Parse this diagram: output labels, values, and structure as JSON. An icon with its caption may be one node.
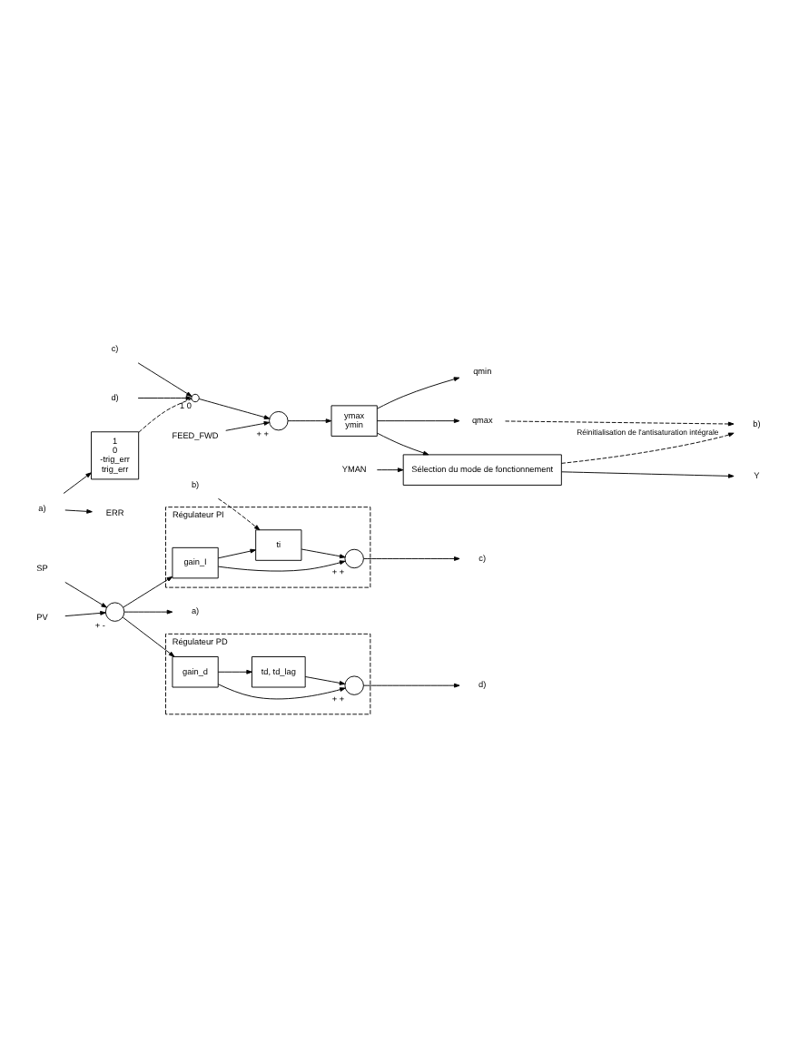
{
  "diagram": {
    "nodes": [
      {
        "text": [
          "SP"
        ]
      },
      {
        "text": [
          "PV"
        ]
      },
      {
        "text": [],
        "shape": "circle",
        "beside": [
          "+",
          "-"
        ]
      },
      {
        "text": [
          "Régulateur PI"
        ]
      },
      {
        "text": [
          "gain_I"
        ],
        "in": 3
      },
      {
        "text": [
          "ti"
        ],
        "in": 3
      },
      {
        "text": [],
        "shape": "circle",
        "beside": [
          "+",
          "+"
        ],
        "in": 3
      },
      {
        "text": [
          "Régulateur PD"
        ]
      },
      {
        "text": [
          "gain_d"
        ],
        "in": 7
      },
      {
        "text": [
          "td, td_lag"
        ],
        "in": 7
      },
      {
        "text": [],
        "shape": "circle",
        "beside": [
          "+",
          "+"
        ],
        "in": 7
      },
      {
        "text": [
          "a)"
        ]
      },
      {
        "text": [
          "b)"
        ]
      },
      {
        "text": [
          "c)"
        ]
      },
      {
        "text": [
          "d)"
        ]
      },
      {
        "text": [
          "a)"
        ]
      },
      {
        "text": [
          "b)"
        ]
      },
      {
        "text": [
          "c)"
        ]
      },
      {
        "text": [
          "d)"
        ]
      },
      {
        "text": [
          "1",
          "0",
          "-trig_err",
          "trig_err"
        ]
      },
      {
        "text": [],
        "shape": "circle",
        "beside": [
          "1",
          "0"
        ]
      },
      {
        "text": [],
        "shape": "circle",
        "beside": [
          "+",
          "+"
        ]
      },
      {
        "text": [
          "FEED_FWD"
        ]
      },
      {
        "text": [
          "ymax",
          "ymin"
        ]
      },
      {
        "text": [
          "Sélection du mode de fonctionnement"
        ]
      },
      {
        "text": [
          "Y"
        ]
      },
      {
        "text": [
          "ERR"
        ]
      },
      {
        "text": [
          "YMAN"
        ]
      },
      {
        "text": [
          "qmax"
        ]
      },
      {
        "text": [
          "qmin"
        ]
      }
    ],
    "edges": [
      {
        "from": 0,
        "to": 2,
        "arrow": "to"
      },
      {
        "from": 1,
        "to": 2,
        "arrow": "to"
      },
      {
        "from": 2,
        "to": 11,
        "arrow": "to"
      },
      {
        "from": 2,
        "to": 4,
        "arrow": "to"
      },
      {
        "from": 2,
        "to": 8,
        "arrow": "to"
      },
      {
        "from": 4,
        "to": 5,
        "arrow": "to"
      },
      {
        "from": 4,
        "to": 6,
        "arrow": "to"
      },
      {
        "from": 5,
        "to": 6,
        "arrow": "to"
      },
      {
        "from": 12,
        "to": 5,
        "arrow": "to",
        "style": "dashed"
      },
      {
        "from": 6,
        "to": 13,
        "arrow": "to"
      },
      {
        "from": 8,
        "to": 10,
        "arrow": "to"
      },
      {
        "from": 8,
        "to": 9,
        "arrow": "to"
      },
      {
        "from": 9,
        "to": 10,
        "arrow": "to"
      },
      {
        "from": 10,
        "to": 14,
        "arrow": "to"
      },
      {
        "from": 15,
        "to": 26,
        "arrow": "to"
      },
      {
        "from": 15,
        "to": 19,
        "arrow": "to"
      },
      {
        "from": 24,
        "to": 16,
        "arrow": "to",
        "style": "dashed",
        "label": "Réinitialisation de l'antisaturation intégrale"
      },
      {
        "from": 28,
        "to": 16,
        "arrow": "to",
        "style": "dashed"
      },
      {
        "from": 19,
        "to": 20,
        "arrow": "none",
        "style": "dashed"
      },
      {
        "from": 17,
        "to": 20,
        "arrow": "to"
      },
      {
        "from": 18,
        "to": 20,
        "arrow": "to"
      },
      {
        "from": 20,
        "to": 21,
        "arrow": "to"
      },
      {
        "from": 22,
        "to": 21,
        "arrow": "to"
      },
      {
        "from": 21,
        "to": 23,
        "arrow": "to"
      },
      {
        "from": 23,
        "to": 28,
        "arrow": "to"
      },
      {
        "from": 23,
        "to": 29,
        "arrow": "to"
      },
      {
        "from": 23,
        "to": 24,
        "arrow": "to"
      },
      {
        "from": 27,
        "to": 24,
        "arrow": "to"
      },
      {
        "from": 24,
        "to": 25,
        "arrow": "to"
      }
    ]
  }
}
